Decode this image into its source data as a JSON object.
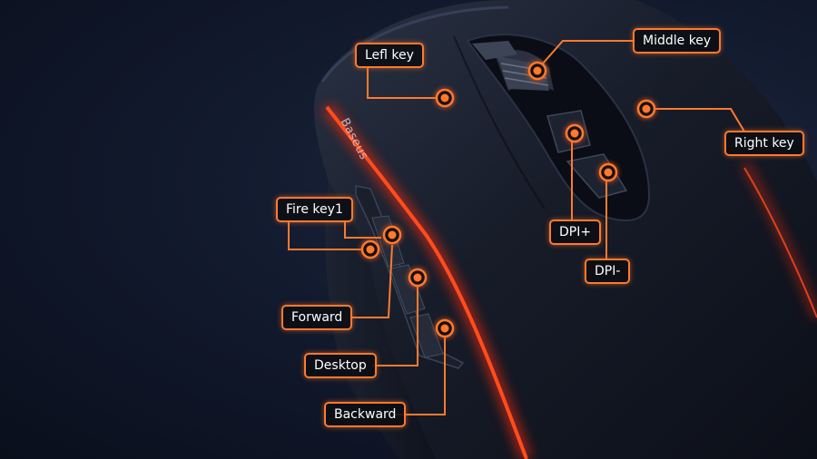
{
  "brand": "Baseus",
  "colors": {
    "accent": "#ff7a2e",
    "glow": "#ff3a10",
    "label_bg": "#0c0e14",
    "mouse_body": "#151a26"
  },
  "labels": {
    "left_key": "Lefl key",
    "middle_key": "Middle key",
    "right_key": "Right key",
    "fire_key": "Fire key1",
    "dpi_plus": "DPI+",
    "dpi_minus": "DPI-",
    "forward": "Forward",
    "desktop": "Desktop",
    "backward": "Backward"
  }
}
